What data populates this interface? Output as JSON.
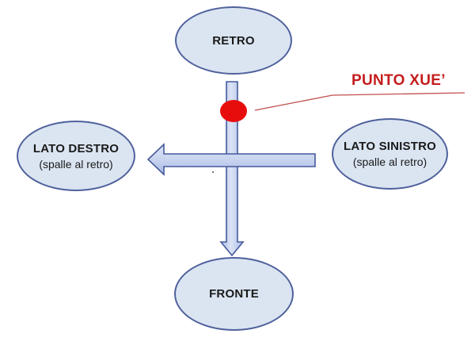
{
  "colors": {
    "background": "#ffffff",
    "ellipse_fill": "#dbe5f2",
    "ellipse_border": "#4f619c",
    "arrow_fill_light": "#dce3f5",
    "arrow_fill_mid": "#c9d4ef",
    "arrow_fill_dark": "#a9bce4",
    "arrow_border": "#47599c",
    "dot_red": "#e80d0d",
    "annotation_red": "#c41d1d",
    "leader_red": "#c0504d",
    "text_dark": "#1a1a1a"
  },
  "diagram": {
    "nodes": {
      "retro": {
        "label": "RETRO"
      },
      "lato_destro": {
        "label": "LATO DESTRO",
        "sublabel": "(spalle al retro)"
      },
      "lato_sinistro": {
        "label": "LATO SINISTRO",
        "sublabel": "(spalle al retro)"
      },
      "fronte": {
        "label": "FRONTE"
      }
    },
    "annotation": {
      "label": "PUNTO XUE’"
    },
    "arrows": {
      "vertical": "down-arrow from RETRO toward FRONTE",
      "horizontal": "left-arrow from LATO SINISTRO toward LATO DESTRO"
    },
    "marker": "red dot (punto xue) on vertical arrow"
  }
}
